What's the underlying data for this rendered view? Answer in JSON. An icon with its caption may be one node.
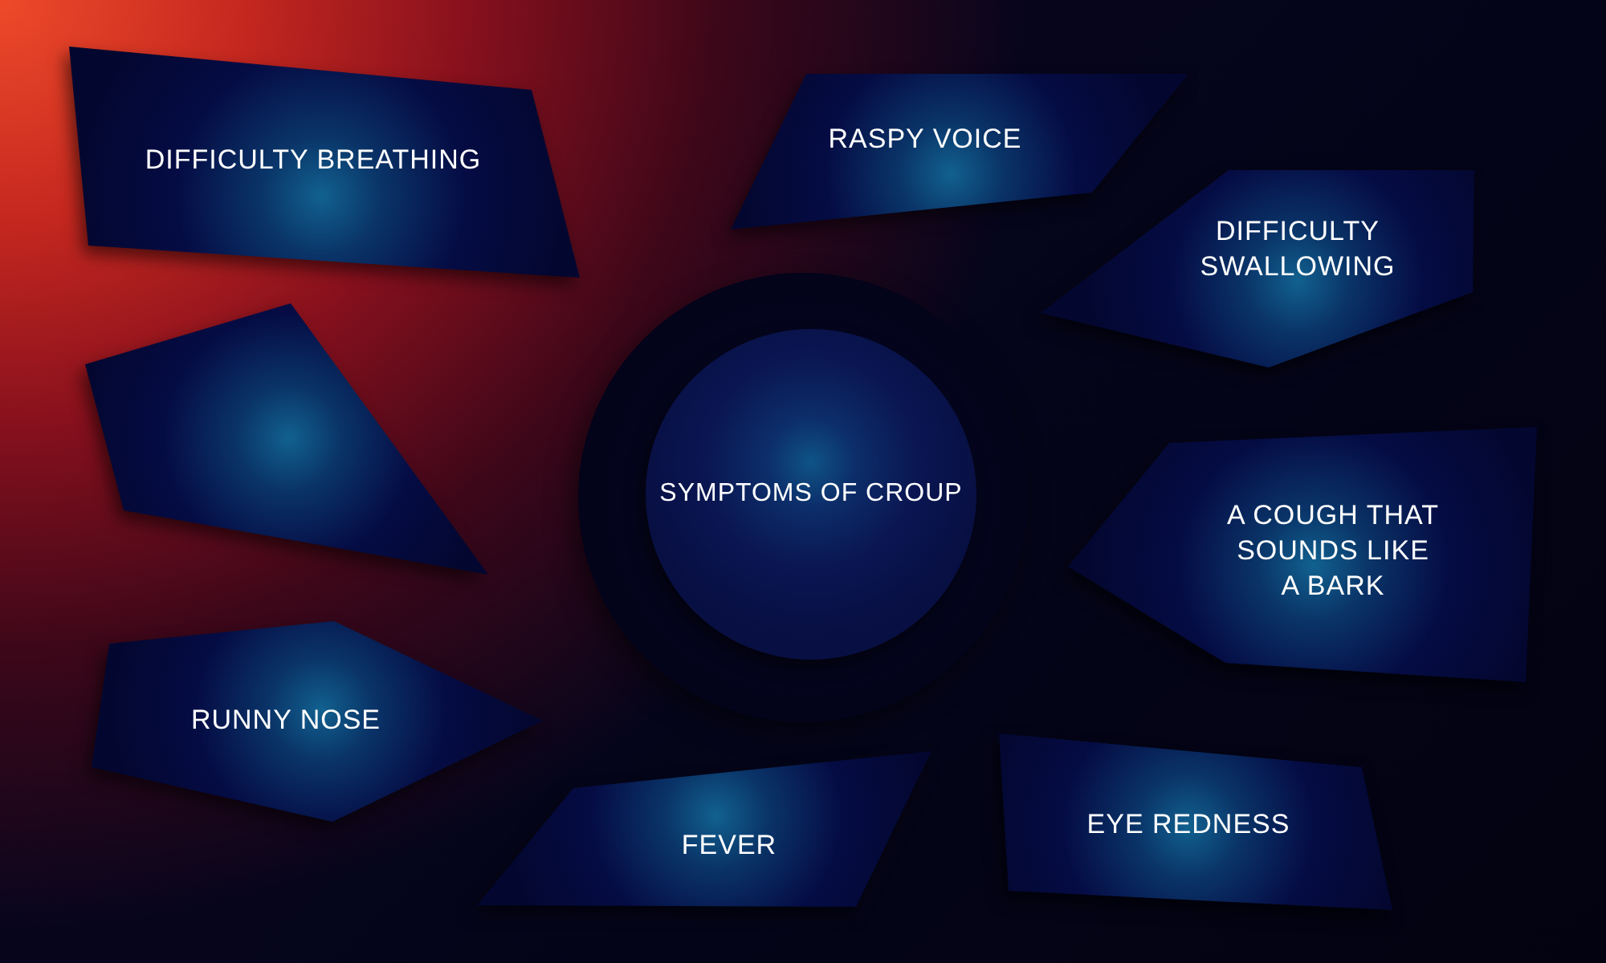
{
  "diagram": {
    "nodes": [
      {
        "text": [
          "DIFFICULTY BREATHING"
        ]
      },
      {
        "text": [
          "RASPY VOICE"
        ]
      },
      {
        "text": [
          "DIFFICULTY SWALLOWING"
        ]
      },
      {
        "text": [],
        "shape": "polygon"
      },
      {
        "text": [
          "SYMPTOMS OF CROUP"
        ]
      },
      {
        "text": [
          "A COUGH THAT SOUNDS LIKE A BARK"
        ]
      },
      {
        "text": [
          "RUNNY NOSE"
        ]
      },
      {
        "text": [
          "FEVER"
        ]
      },
      {
        "text": [
          "EYE REDNESS"
        ]
      }
    ]
  }
}
